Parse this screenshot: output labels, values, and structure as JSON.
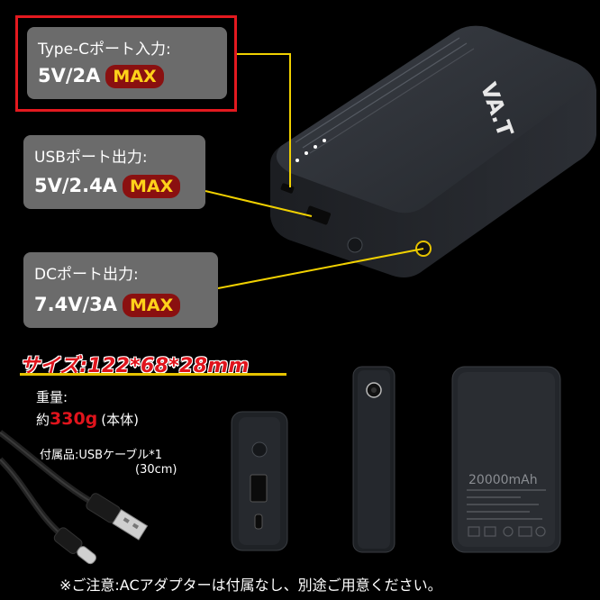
{
  "callouts": [
    {
      "title": "Type-Cポート入力:",
      "value": "5V/2A",
      "badge": "MAX"
    },
    {
      "title": "USBポート出力:",
      "value": "5V/2.4A",
      "badge": "MAX"
    },
    {
      "title": "DCポート出力:",
      "value": "7.4V/3A",
      "badge": "MAX"
    }
  ],
  "specs": {
    "size": "サイズ:122*68*28mm",
    "weight_label": "重量:",
    "weight_prefix": "約",
    "weight_value": "330g",
    "weight_suffix": "(本体)",
    "accessory": "付属品:USBケーブル*1",
    "accessory_length": "(30cm)"
  },
  "product": {
    "brand": "VA.T",
    "capacity": "20000mAh"
  },
  "notice": "※ご注意:ACアダプターは付属なし、別途ご用意ください。",
  "colors": {
    "background": "#000000",
    "callout_bg": "#6b6b6b",
    "highlight_border": "#e3191f",
    "badge_bg": "#8a1010",
    "badge_text": "#ffd21a",
    "connector_line": "#f0d000",
    "size_text": "#e0141c"
  }
}
